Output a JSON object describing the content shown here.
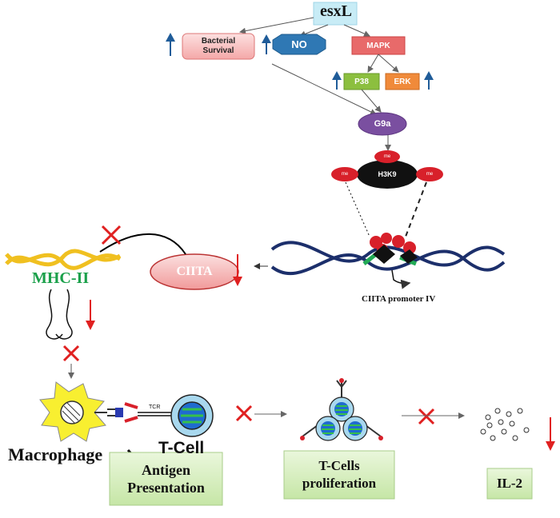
{
  "nodes": {
    "esxl": "esxL",
    "bacterial_survival": "Bacterial Survival",
    "no": "NO",
    "mapk": "MAPK",
    "p38": "P38",
    "erk": "ERK",
    "g9a": "G9a",
    "h3k9": "H3K9",
    "me": "me",
    "ciita": "CIITA",
    "ciita_promoter": "CIITA promoter IV",
    "mhc2": "MHC-II",
    "tcr": "TCR",
    "macrophage": "Macrophage",
    "tcell": "T-Cell",
    "il2": "IL-2"
  },
  "outcomes": {
    "antigen_presentation": "Antigen Presentation",
    "tcells_proliferation": "T-Cells proliferation",
    "il2": "IL-2"
  },
  "colors": {
    "up_arrow": "#1f5c99",
    "down_arrow": "#e02020",
    "block_x": "#e02020",
    "mhc_text": "#1aa04a",
    "dna_strand": "#1c2f6b",
    "g9a": "#7a4fa0",
    "no_box": "#2f78b4",
    "mapk_box": "#e86a6a",
    "p38_box": "#8cbf3f",
    "erk_box": "#f08a3a",
    "outcome_box": "#d8efc0",
    "esxl_box": "#c8ecf6",
    "ciita_oval": "#f4b4b4",
    "h3k9": "#111111",
    "me_oval": "#d8202a"
  },
  "icons": [
    "up-arrow-icon",
    "down-arrow-icon",
    "block-x-icon",
    "dna-helix-icon",
    "macrophage-cell-icon",
    "t-cell-icon"
  ]
}
